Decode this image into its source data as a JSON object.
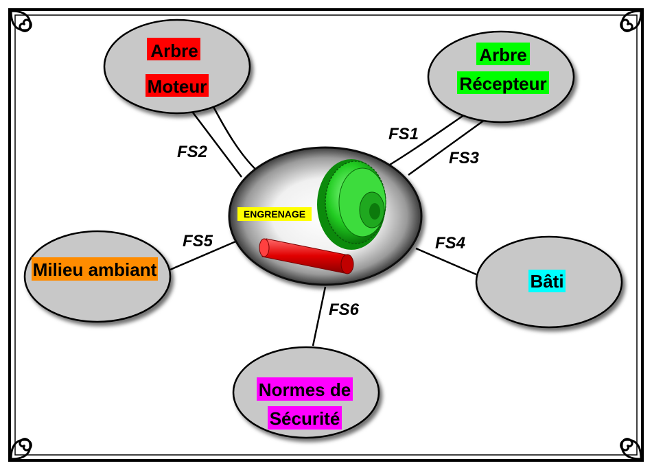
{
  "center": {
    "label": "ENGRENAGE",
    "label_bg": "#ffff00"
  },
  "nodes": [
    {
      "id": "arbre-moteur",
      "lines": [
        "Arbre",
        "Moteur"
      ],
      "bg": "#ff0000"
    },
    {
      "id": "arbre-recepteur",
      "lines": [
        "Arbre",
        "Récepteur"
      ],
      "bg": "#00ff00"
    },
    {
      "id": "milieu-ambiant",
      "lines": [
        "Milieu ambiant"
      ],
      "bg": "#ff8c00"
    },
    {
      "id": "bati",
      "lines": [
        "Bâti"
      ],
      "bg": "#00ffff"
    },
    {
      "id": "normes-securite",
      "lines": [
        "Normes de",
        "Sécurité"
      ],
      "bg": "#ff00ff"
    }
  ],
  "functions": [
    "FS1",
    "FS2",
    "FS3",
    "FS4",
    "FS5",
    "FS6"
  ],
  "colors": {
    "ellipse_fill": "#c8c8c8",
    "ellipse_stroke": "#000000",
    "frame": "#000000"
  }
}
